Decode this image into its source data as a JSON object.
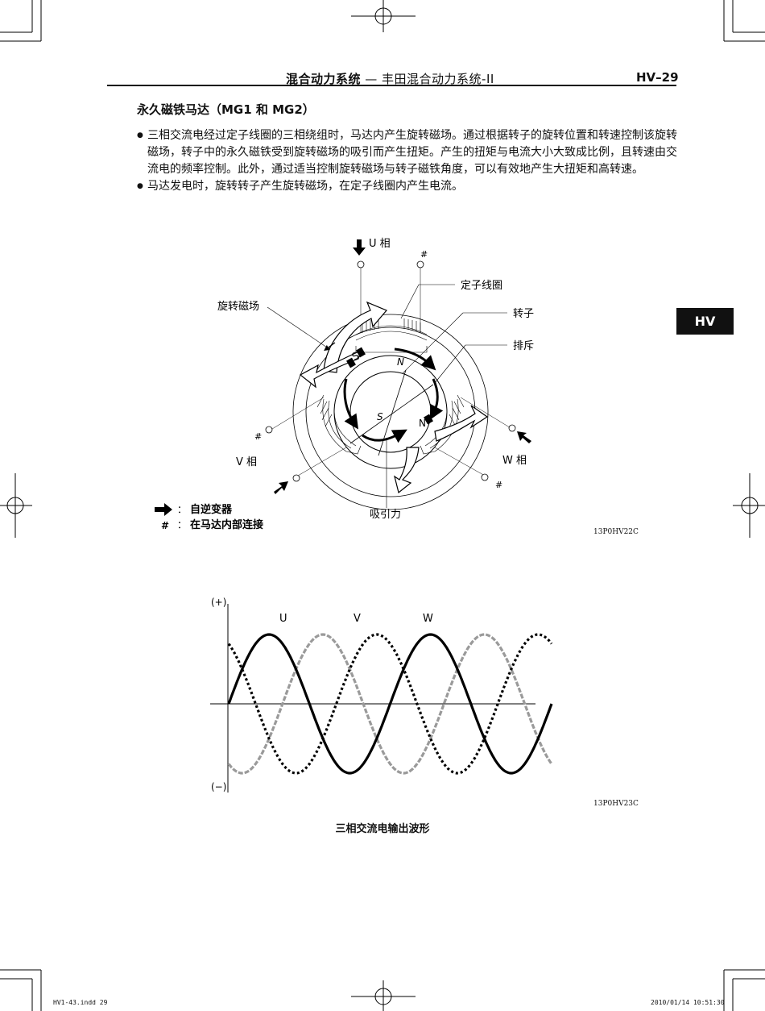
{
  "header": {
    "title_bold": "混合动力系统",
    "title_rest": " — 丰田混合动力系统-II",
    "page_number": "HV–29"
  },
  "section_title": "永久磁铁马达（MG1 和 MG2）",
  "bullets": [
    "三相交流电经过定子线圈的三相绕组时，马达内产生旋转磁场。通过根据转子的旋转位置和转速控制该旋转磁场，转子中的永久磁铁受到旋转磁场的吸引而产生扭矩。产生的扭矩与电流大小大致成比例，且转速由交流电的频率控制。此外，通过适当控制旋转磁场与转子磁铁角度，可以有效地产生大扭矩和高转速。",
    "马达发电时，旋转转子产生旋转磁场，在定子线圈内产生电流。"
  ],
  "side_tab": "HV",
  "motor_diagram": {
    "u_phase": "U 相",
    "v_phase": "V 相",
    "w_phase": "W 相",
    "stator_coil": "定子线圈",
    "rotor": "转子",
    "repulsion": "排斥",
    "rotating_field": "旋转磁场",
    "attraction": "吸引力",
    "hash": "#",
    "pole_s": "S",
    "pole_n": "N",
    "legend_colon": "：",
    "legend_inverter": "自逆变器",
    "legend_hash_symbol": "#",
    "legend_internal": "在马达内部连接",
    "figure_code": "13P0HV22C"
  },
  "waveform": {
    "plus_label": "(+)",
    "minus_label": "(−)",
    "series": [
      {
        "name": "U",
        "style": "solid",
        "color": "#000000"
      },
      {
        "name": "V",
        "style": "gray-dashed",
        "color": "#9a9a9a"
      },
      {
        "name": "W",
        "style": "dotted",
        "color": "#000000"
      }
    ],
    "figure_code": "13P0HV23C",
    "caption": "三相交流电输出波形"
  },
  "chart_data": {
    "type": "line",
    "title": "三相交流电输出波形",
    "xlabel": "",
    "ylabel": "",
    "ylim": [
      -1,
      1
    ],
    "yticks": [
      "(+)",
      "(−)"
    ],
    "grid": false,
    "legend": "labels above curves",
    "x": [
      0,
      30,
      60,
      90,
      120,
      150,
      180,
      210,
      240,
      270,
      300,
      330,
      360,
      390,
      420,
      450,
      480,
      510,
      540,
      570,
      600,
      630,
      660,
      690,
      720
    ],
    "series": [
      {
        "name": "U",
        "values": [
          0,
          0.5,
          0.87,
          1,
          0.87,
          0.5,
          0,
          -0.5,
          -0.87,
          -1,
          -0.87,
          -0.5,
          0,
          0.5,
          0.87,
          1,
          0.87,
          0.5,
          0,
          -0.5,
          -0.87,
          -1,
          -0.87,
          -0.5,
          0
        ]
      },
      {
        "name": "V",
        "values": [
          -0.87,
          -1,
          -0.87,
          -0.5,
          0,
          0.5,
          0.87,
          1,
          0.87,
          0.5,
          0,
          -0.5,
          -0.87,
          -1,
          -0.87,
          -0.5,
          0,
          0.5,
          0.87,
          1,
          0.87,
          0.5,
          0,
          -0.5,
          -0.87
        ]
      },
      {
        "name": "W",
        "values": [
          0.87,
          0.5,
          0,
          -0.5,
          -0.87,
          -1,
          -0.87,
          -0.5,
          0,
          0.5,
          0.87,
          1,
          0.87,
          0.5,
          0,
          -0.5,
          -0.87,
          -1,
          -0.87,
          -0.5,
          0,
          0.5,
          0.87,
          1,
          0.87
        ]
      }
    ]
  },
  "footer": {
    "file": "HV1-43.indd   29",
    "timestamp": "2010/01/14   10:51:30"
  }
}
